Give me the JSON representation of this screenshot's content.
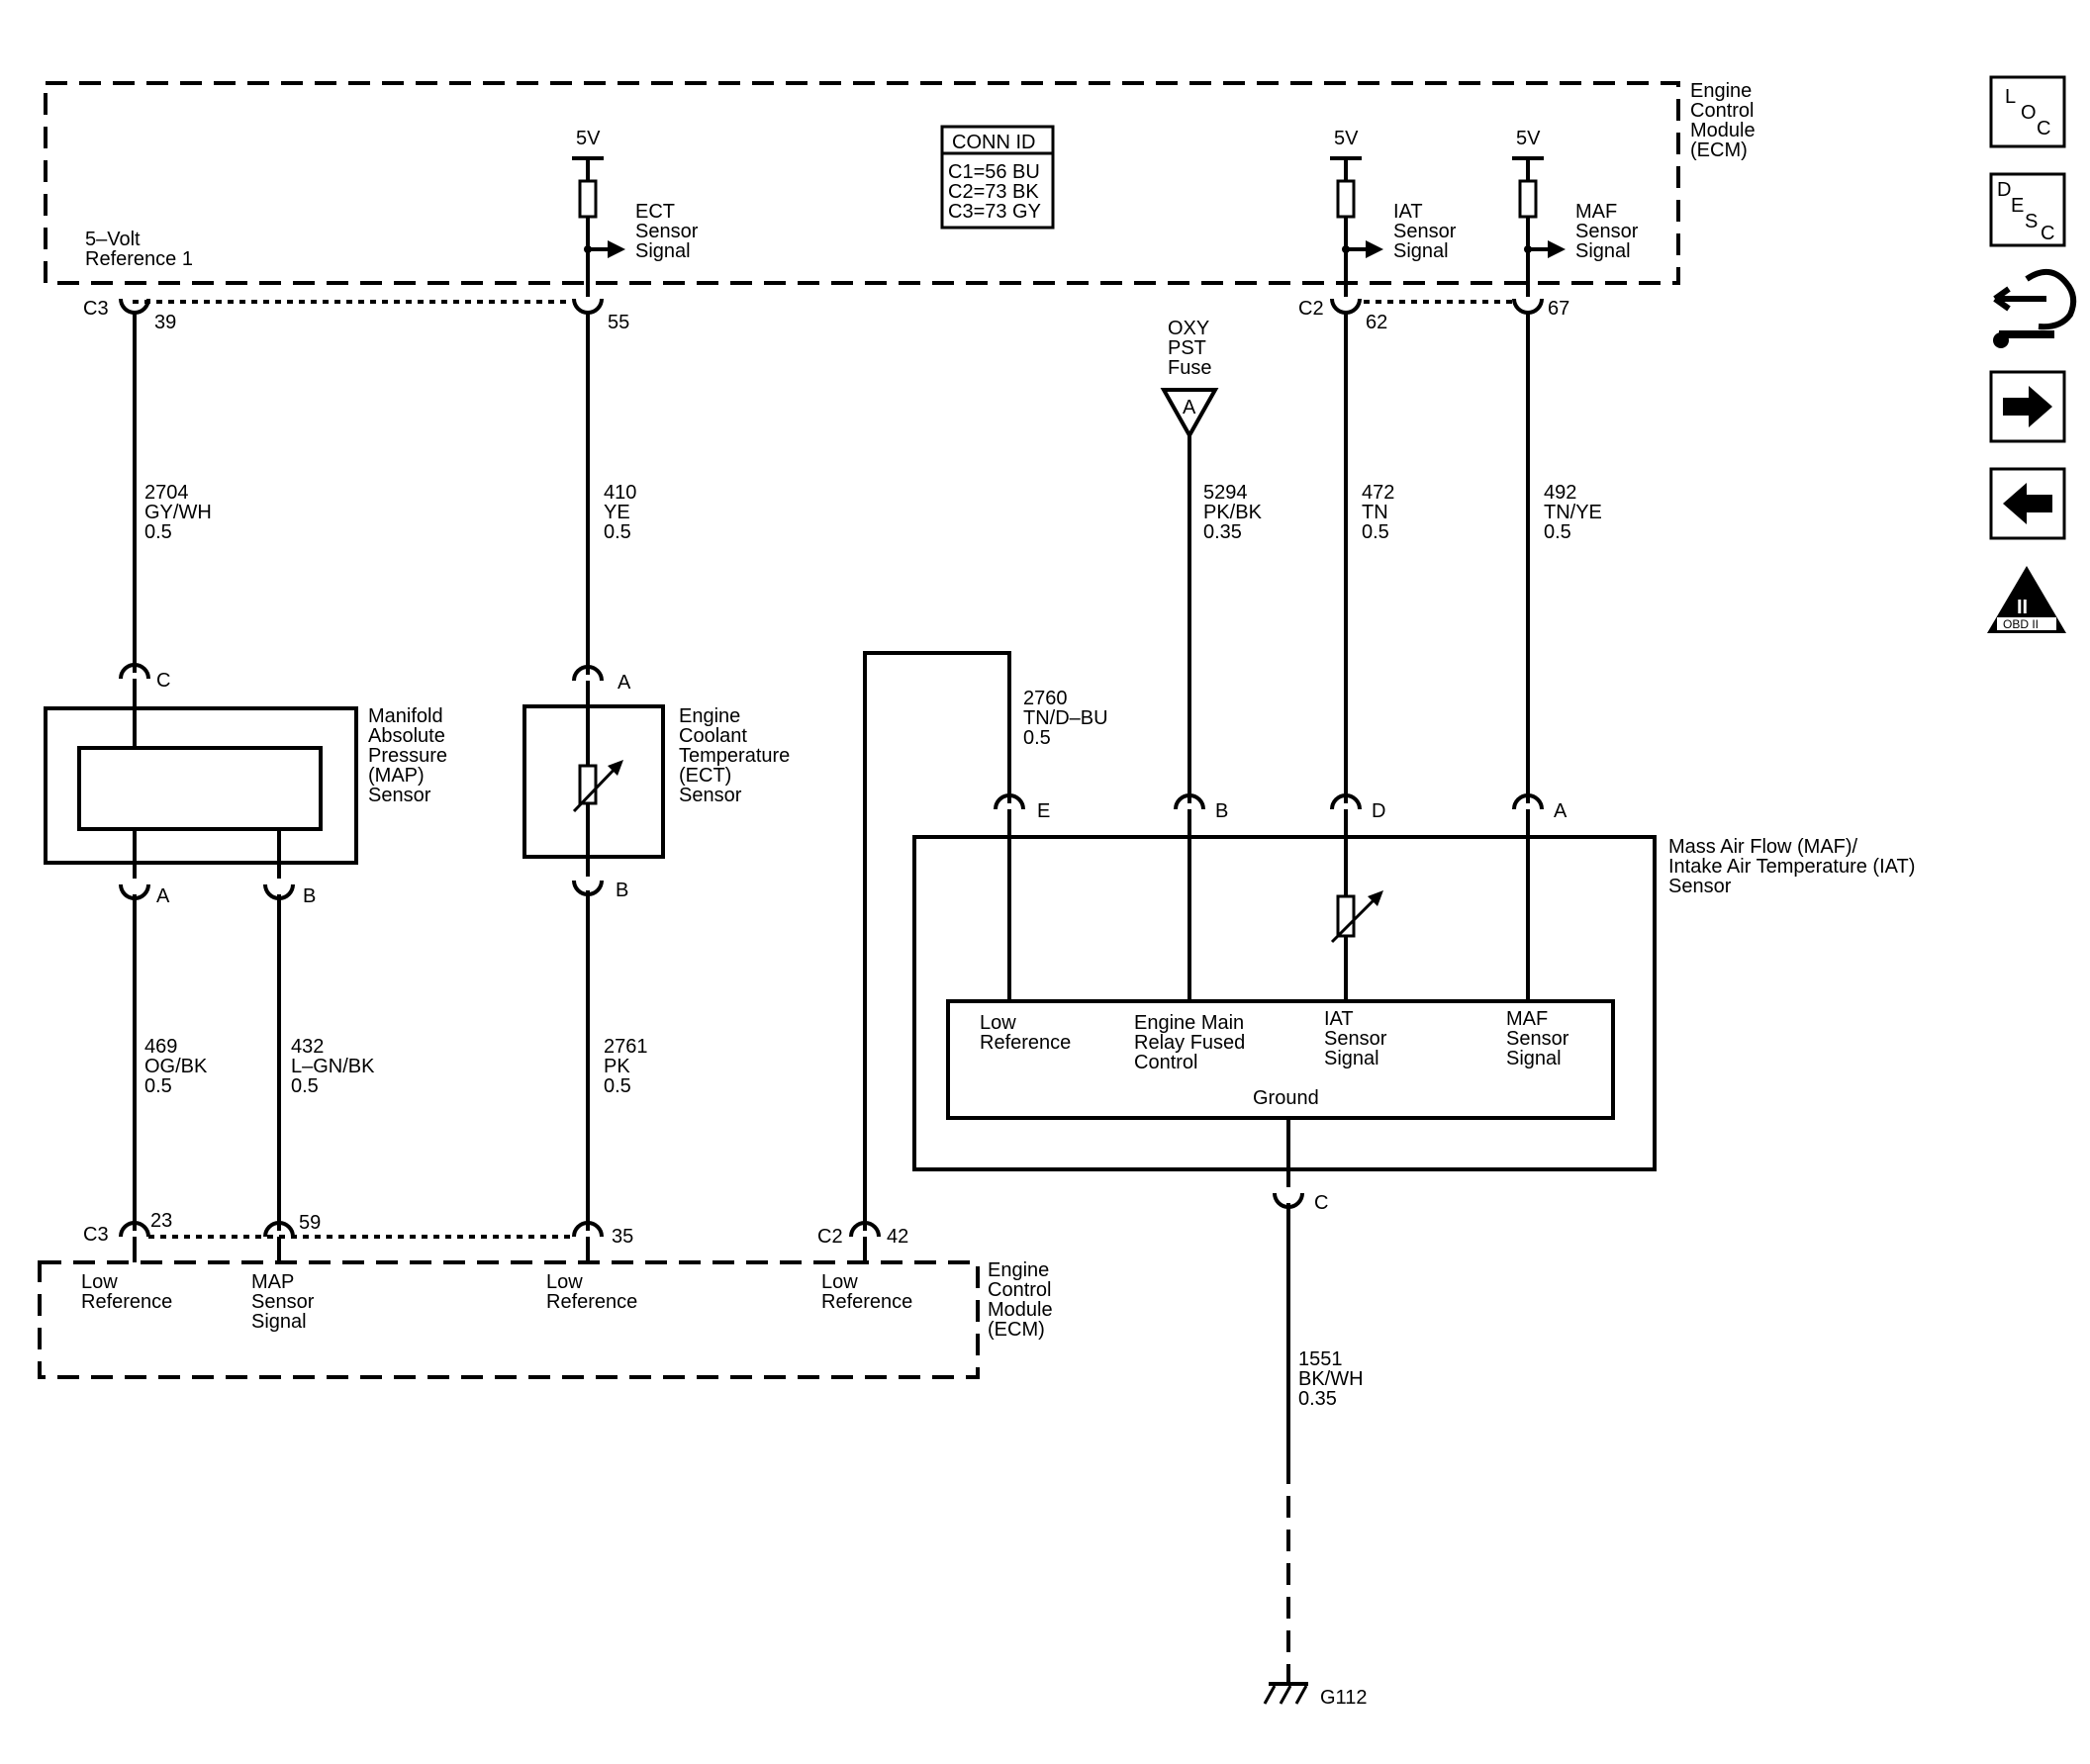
{
  "ecm_top": {
    "label": [
      "Engine",
      "Control",
      "Module",
      "(ECM)"
    ],
    "ref5v_label": [
      "5–Volt",
      "Reference 1"
    ],
    "conn_id": {
      "title": "CONN ID",
      "lines": [
        "C1=56 BU",
        "C2=73 BK",
        "C3=73 GY"
      ]
    },
    "signals": [
      {
        "supply": "5V",
        "label": [
          "ECT",
          "Sensor",
          "Signal"
        ]
      },
      {
        "supply": "5V",
        "label": [
          "IAT",
          "Sensor",
          "Signal"
        ]
      },
      {
        "supply": "5V",
        "label": [
          "MAF",
          "Sensor",
          "Signal"
        ]
      }
    ],
    "pins": [
      {
        "conn": "C3",
        "pin": "39"
      },
      {
        "conn": "",
        "pin": "55"
      },
      {
        "conn": "C2",
        "pin": "62"
      },
      {
        "conn": "",
        "pin": "67"
      }
    ]
  },
  "wires_upper": [
    {
      "circuit": "2704",
      "color": "GY/WH",
      "gauge": "0.5"
    },
    {
      "circuit": "410",
      "color": "YE",
      "gauge": "0.5"
    },
    {
      "circuit": "5294",
      "color": "PK/BK",
      "gauge": "0.35"
    },
    {
      "circuit": "472",
      "color": "TN",
      "gauge": "0.5"
    },
    {
      "circuit": "492",
      "color": "TN/YE",
      "gauge": "0.5"
    },
    {
      "circuit": "2760",
      "color": "TN/D–BU",
      "gauge": "0.5"
    }
  ],
  "fuse": {
    "label": [
      "OXY",
      "PST",
      "Fuse"
    ],
    "terminal": "A"
  },
  "map_sensor": {
    "label": [
      "Manifold",
      "Absolute",
      "Pressure",
      "(MAP)",
      "Sensor"
    ],
    "pins": [
      "C",
      "A",
      "B"
    ]
  },
  "ect_sensor": {
    "label": [
      "Engine",
      "Coolant",
      "Temperature",
      "(ECT)",
      "Sensor"
    ],
    "pins": [
      "A",
      "B"
    ]
  },
  "maf_sensor": {
    "label": [
      "Mass Air Flow (MAF)/",
      "Intake Air Temperature (IAT)",
      "Sensor"
    ],
    "pins": [
      "E",
      "B",
      "D",
      "A",
      "C"
    ],
    "inner": {
      "low_ref": [
        "Low",
        "Reference"
      ],
      "relay": [
        "Engine Main",
        "Relay Fused",
        "Control"
      ],
      "iat": [
        "IAT",
        "Sensor",
        "Signal"
      ],
      "maf": [
        "MAF",
        "Sensor",
        "Signal"
      ],
      "ground": "Ground"
    }
  },
  "wires_lower": [
    {
      "circuit": "469",
      "color": "OG/BK",
      "gauge": "0.5"
    },
    {
      "circuit": "432",
      "color": "L–GN/BK",
      "gauge": "0.5"
    },
    {
      "circuit": "2761",
      "color": "PK",
      "gauge": "0.5"
    },
    {
      "circuit": "1551",
      "color": "BK/WH",
      "gauge": "0.35"
    }
  ],
  "ecm_bottom": {
    "label": [
      "Engine",
      "Control",
      "Module",
      "(ECM)"
    ],
    "pins": [
      {
        "conn": "C3",
        "pin": "23"
      },
      {
        "conn": "",
        "pin": "59"
      },
      {
        "conn": "",
        "pin": "35"
      },
      {
        "conn": "C2",
        "pin": "42"
      }
    ],
    "terminals": [
      [
        "Low",
        "Reference"
      ],
      [
        "MAP",
        "Sensor",
        "Signal"
      ],
      [
        "Low",
        "Reference"
      ],
      [
        "Low",
        "Reference"
      ]
    ]
  },
  "ground": {
    "label": "G112"
  },
  "sidebar": {
    "loc": [
      "L",
      "O",
      "C"
    ],
    "desc": [
      "D",
      "E",
      "S",
      "C"
    ],
    "obd": [
      "II",
      "OBD II"
    ]
  }
}
